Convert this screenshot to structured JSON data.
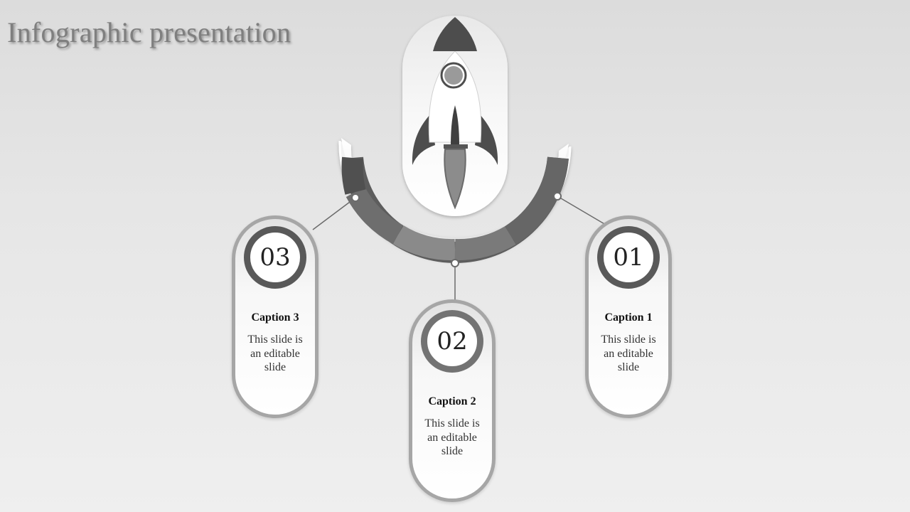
{
  "title": "Infographic presentation",
  "colors": {
    "ring": "#a6a6a6",
    "numRing": "#595959",
    "rocket": "#4d4d4d",
    "flame": "#8c8c8c"
  },
  "steps": [
    {
      "number": "03",
      "caption": "Caption 3",
      "text": "This slide is an editable slide"
    },
    {
      "number": "02",
      "caption": "Caption 2",
      "text": "This slide is an editable slide"
    },
    {
      "number": "01",
      "caption": "Caption 1",
      "text": "This slide is an editable slide"
    }
  ]
}
